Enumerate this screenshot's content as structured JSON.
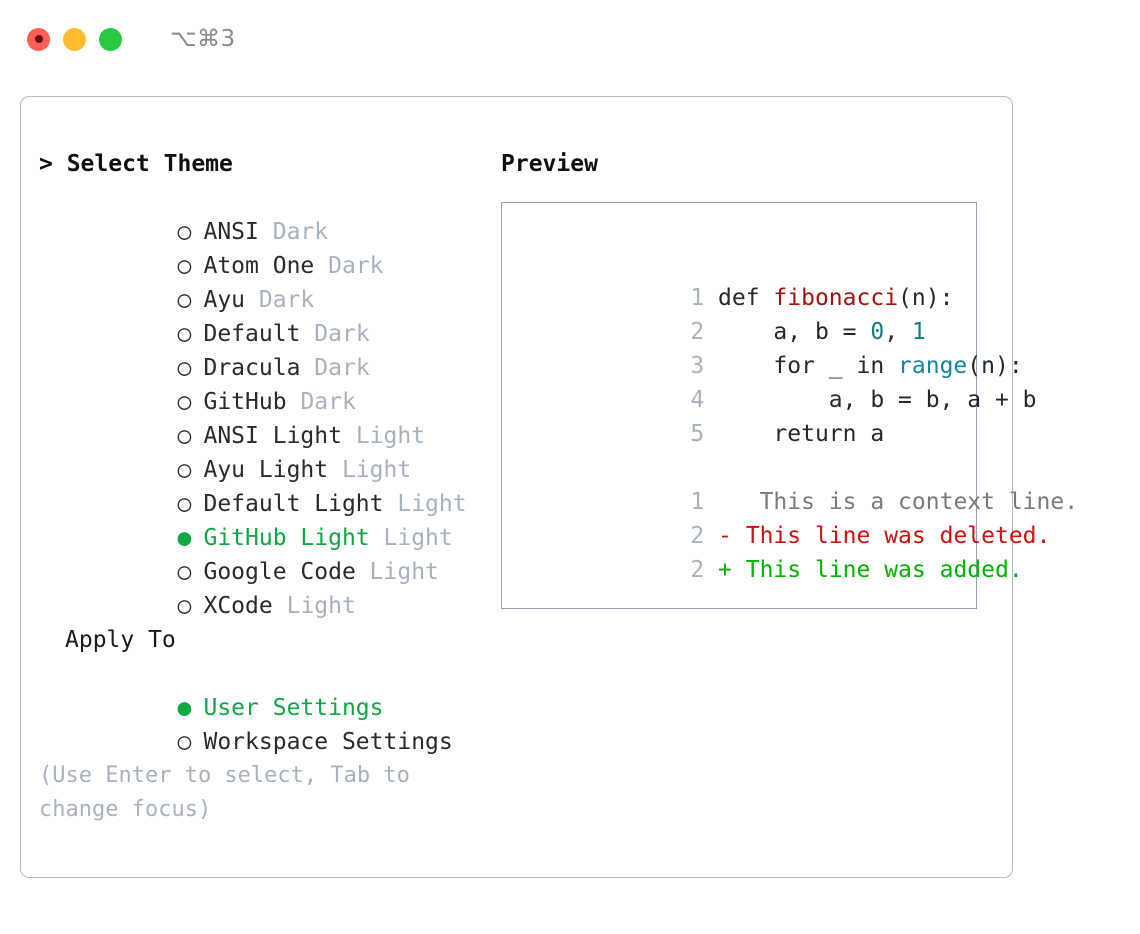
{
  "titlebar": {
    "shortcut": "⌥⌘3",
    "lights": [
      {
        "name": "close",
        "color": "#ff5f57"
      },
      {
        "name": "minimize",
        "color": "#febc2e"
      },
      {
        "name": "maximize",
        "color": "#28c840"
      }
    ]
  },
  "theme_picker": {
    "heading": "> Select Theme",
    "marker_unselected": "○",
    "marker_selected": "●",
    "accent_color": "#0fa644",
    "items": [
      {
        "label": "ANSI",
        "suffix": "Dark",
        "selected": false
      },
      {
        "label": "Atom One",
        "suffix": "Dark",
        "selected": false
      },
      {
        "label": "Ayu",
        "suffix": "Dark",
        "selected": false
      },
      {
        "label": "Default",
        "suffix": "Dark",
        "selected": false
      },
      {
        "label": "Dracula",
        "suffix": "Dark",
        "selected": false
      },
      {
        "label": "GitHub",
        "suffix": "Dark",
        "selected": false
      },
      {
        "label": "ANSI Light",
        "suffix": "Light",
        "selected": false
      },
      {
        "label": "Ayu Light",
        "suffix": "Light",
        "selected": false
      },
      {
        "label": "Default Light",
        "suffix": "Light",
        "selected": false
      },
      {
        "label": "GitHub Light",
        "suffix": "Light",
        "selected": true
      },
      {
        "label": "Google Code",
        "suffix": "Light",
        "selected": false
      },
      {
        "label": "XCode",
        "suffix": "Light",
        "selected": false
      }
    ]
  },
  "apply_to": {
    "heading": "Apply To",
    "items": [
      {
        "label": "User Settings",
        "selected": true
      },
      {
        "label": "Workspace Settings",
        "selected": false
      }
    ]
  },
  "hint": "(Use Enter to select, Tab to change focus)",
  "preview": {
    "title": "Preview",
    "code_lines": [
      {
        "number": "1",
        "tokens": [
          {
            "text": "def ",
            "kind": "plain"
          },
          {
            "text": "fibonacci",
            "kind": "fn"
          },
          {
            "text": "(n):",
            "kind": "plain"
          }
        ]
      },
      {
        "number": "2",
        "tokens": [
          {
            "text": "    a, b = ",
            "kind": "plain"
          },
          {
            "text": "0",
            "kind": "num"
          },
          {
            "text": ", ",
            "kind": "plain"
          },
          {
            "text": "1",
            "kind": "num"
          }
        ]
      },
      {
        "number": "3",
        "tokens": [
          {
            "text": "    for _ in ",
            "kind": "plain"
          },
          {
            "text": "range",
            "kind": "call"
          },
          {
            "text": "(n):",
            "kind": "plain"
          }
        ]
      },
      {
        "number": "4",
        "tokens": [
          {
            "text": "        a, b = b, a + b",
            "kind": "plain"
          }
        ]
      },
      {
        "number": "5",
        "tokens": [
          {
            "text": "    return a",
            "kind": "plain"
          }
        ]
      }
    ],
    "diff_lines": [
      {
        "number": "1",
        "marker": " ",
        "text": "  This is a context line.",
        "kind": "ctx"
      },
      {
        "number": "2",
        "marker": "-",
        "text": " This line was deleted.",
        "kind": "del"
      },
      {
        "number": "2",
        "marker": "+",
        "text": " This line was added.",
        "kind": "add"
      }
    ],
    "colors": {
      "function": "#a01313",
      "number": "#0d7d7d",
      "call": "#1184a8",
      "context": "#7a7a7a",
      "deleted": "#cc1111",
      "added": "#00b300",
      "line_number": "#a8b2bf",
      "border": "#93a1b0"
    }
  }
}
